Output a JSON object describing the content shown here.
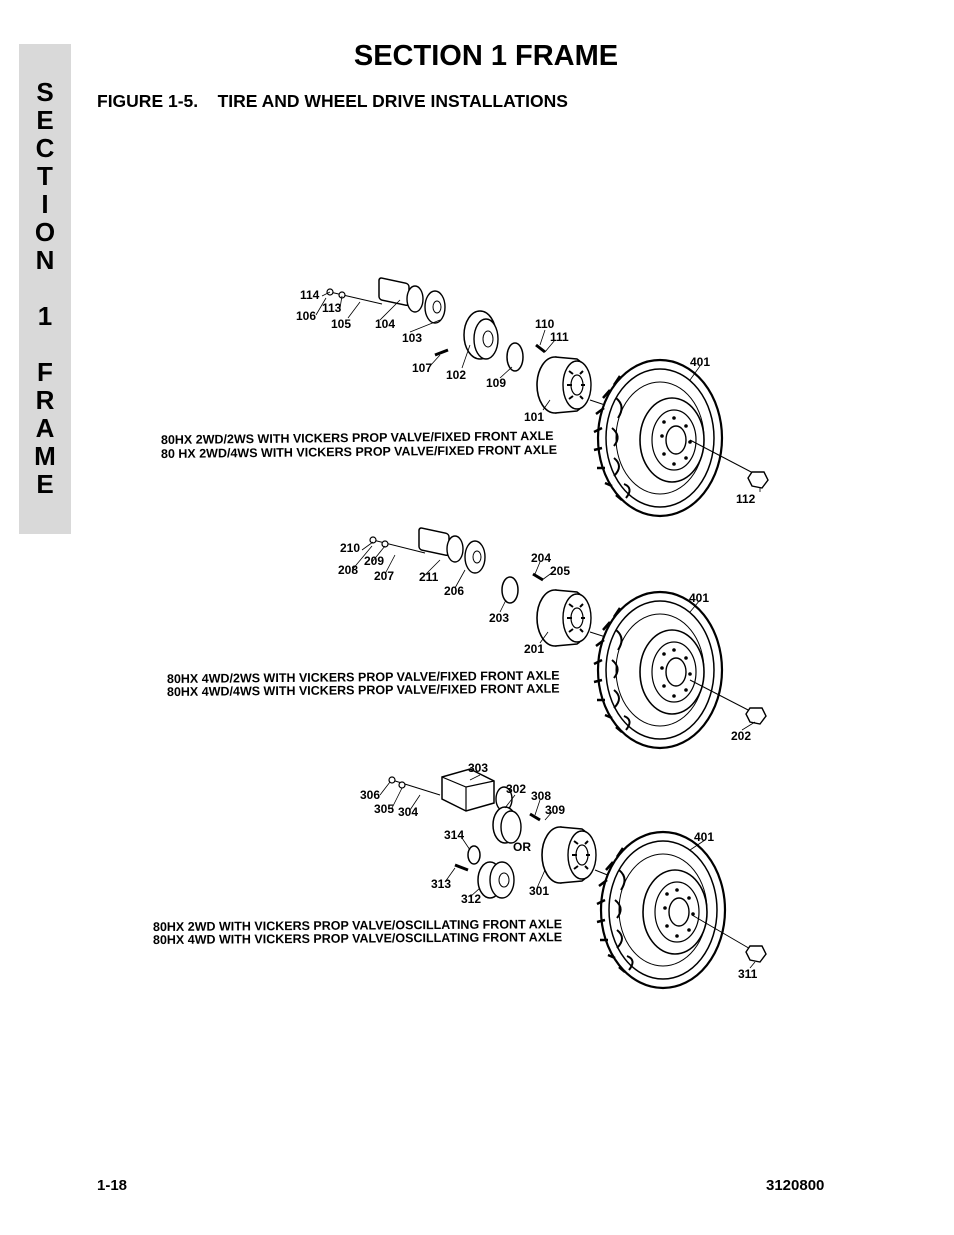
{
  "side_tab": {
    "letters": [
      "S",
      "E",
      "C",
      "T",
      "I",
      "O",
      "N",
      "",
      "1",
      "",
      "F",
      "R",
      "A",
      "M",
      "E"
    ]
  },
  "header": {
    "title": "SECTION 1  FRAME",
    "figure_title": "FIGURE 1-5.    TIRE AND WHEEL DRIVE INSTALLATIONS"
  },
  "views": [
    {
      "callouts": [
        "114",
        "113",
        "106",
        "105",
        "104",
        "103",
        "110",
        "111",
        "107",
        "102",
        "109",
        "401",
        "101",
        "112"
      ],
      "captions": [
        "80HX 2WD/2WS WITH VICKERS PROP VALVE/FIXED FRONT AXLE",
        "80 HX 2WD/4WS WITH VICKERS PROP VALVE/FIXED FRONT AXLE"
      ]
    },
    {
      "callouts": [
        "210",
        "209",
        "208",
        "207",
        "211",
        "206",
        "204",
        "205",
        "203",
        "401",
        "201",
        "202"
      ],
      "captions": [
        "80HX 4WD/2WS WITH VICKERS PROP VALVE/FIXED FRONT AXLE",
        "80HX 4WD/4WS WITH VICKERS PROP VALVE/FIXED FRONT AXLE"
      ]
    },
    {
      "callouts": [
        "303",
        "306",
        "302",
        "308",
        "305",
        "304",
        "309",
        "314",
        "401",
        "OR",
        "313",
        "312",
        "301",
        "311"
      ],
      "captions": [
        "80HX 2WD WITH VICKERS PROP VALVE/OSCILLATING FRONT AXLE",
        "80HX 4WD WITH VICKERS PROP VALVE/OSCILLATING FRONT AXLE"
      ]
    }
  ],
  "footer": {
    "page_number": "1-18",
    "doc_number": "3120800"
  }
}
